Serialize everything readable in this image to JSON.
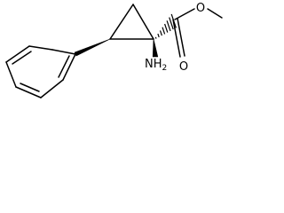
{
  "atoms": {
    "ester_oxygen": "O",
    "carbonyl_oxygen": "O",
    "amino_n": "NH",
    "amino_subscript": "2"
  },
  "colors": {
    "ink": "#000000",
    "background": "#ffffff"
  }
}
